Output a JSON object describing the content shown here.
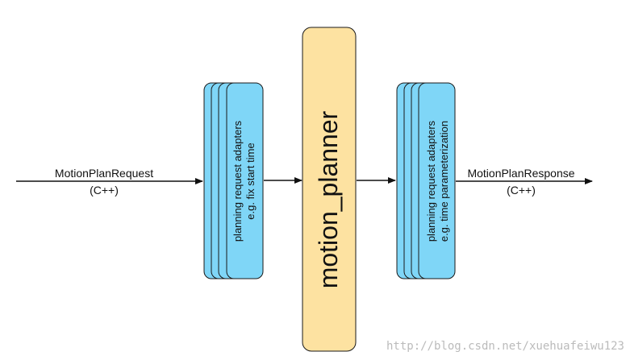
{
  "colors": {
    "stack_fill": "#7fd6f7",
    "stack_stroke": "#1a1a1a",
    "planner_fill": "#fde2a1",
    "arrow": "#111111",
    "watermark": "#bbbbbb"
  },
  "input": {
    "label": "MotionPlanRequest",
    "sub": "(C++)"
  },
  "left_adapters": {
    "line1": "planning request adapters",
    "line2": "e.g. fix start time"
  },
  "planner": {
    "label": "motion_planner"
  },
  "right_adapters": {
    "line1": "planning request adapters",
    "line2": "e.g. time parameterization"
  },
  "output": {
    "label": "MotionPlanResponse",
    "sub": "(C++)"
  },
  "watermark": "http://blog.csdn.net/xuehuafeiwu123"
}
